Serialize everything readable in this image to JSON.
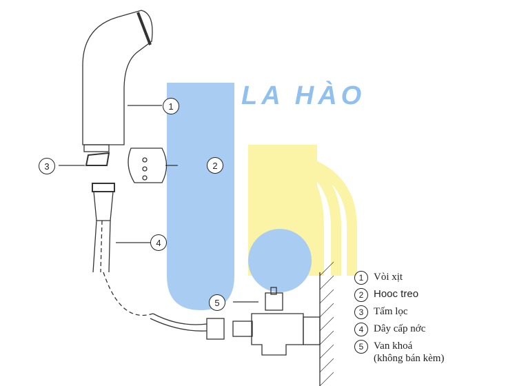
{
  "brand": {
    "watermark_text": "LA HÀO"
  },
  "callouts": [
    "1",
    "2",
    "3",
    "4",
    "5"
  ],
  "legend": [
    {
      "num": "1",
      "label": "Vòi xịt"
    },
    {
      "num": "2",
      "label": "Hooc treo"
    },
    {
      "num": "3",
      "label": "Tấm lọc"
    },
    {
      "num": "4",
      "label": "Dây cấp nớc"
    },
    {
      "num": "5",
      "label": "Van khoá",
      "label2": "(không bán kèm)"
    }
  ],
  "colors": {
    "watermark_blue": "#a9cdf2",
    "watermark_yellow": "#fbf3a6"
  }
}
